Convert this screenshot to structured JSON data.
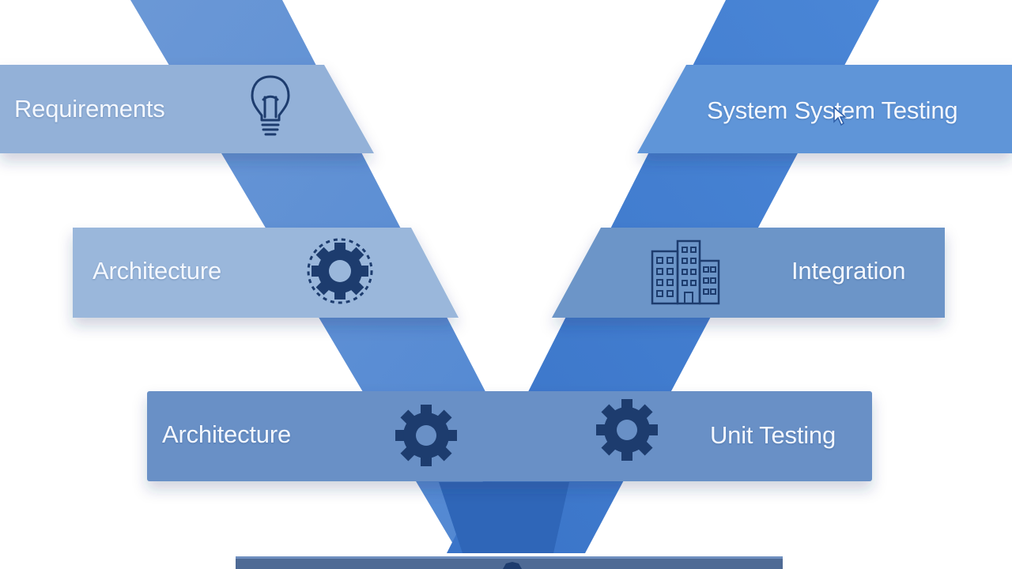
{
  "colors": {
    "background": "#ffffff",
    "v_left_arm": "#5a8fd6",
    "v_right_arm": "#3f7fd0",
    "v_bottom": "#2f66b8",
    "band_left_top": "#93b1d8",
    "band_left_mid": "#98b6da",
    "band_right_top": "#5f95d8",
    "band_right_mid": "#6c95c8",
    "band_bottom": "#6990c6",
    "band_base": "#4e6a95",
    "icon": "#1d3c6e",
    "label_text": "#f4f8ff"
  },
  "stages": {
    "requirements": {
      "label": "Requirements",
      "icon": "lightbulb-icon"
    },
    "architecture_left": {
      "label": "Architecture",
      "icon": "gear-icon"
    },
    "architecture_bottom": {
      "label": "Architecture",
      "icon": "gear-icon"
    },
    "system_testing": {
      "label": "System System Testing",
      "icon": "cursor-icon"
    },
    "integration": {
      "label": "Integration",
      "icon": "buildings-icon"
    },
    "unit_testing": {
      "label": "Unit Testing",
      "icon": "gear-icon"
    }
  }
}
